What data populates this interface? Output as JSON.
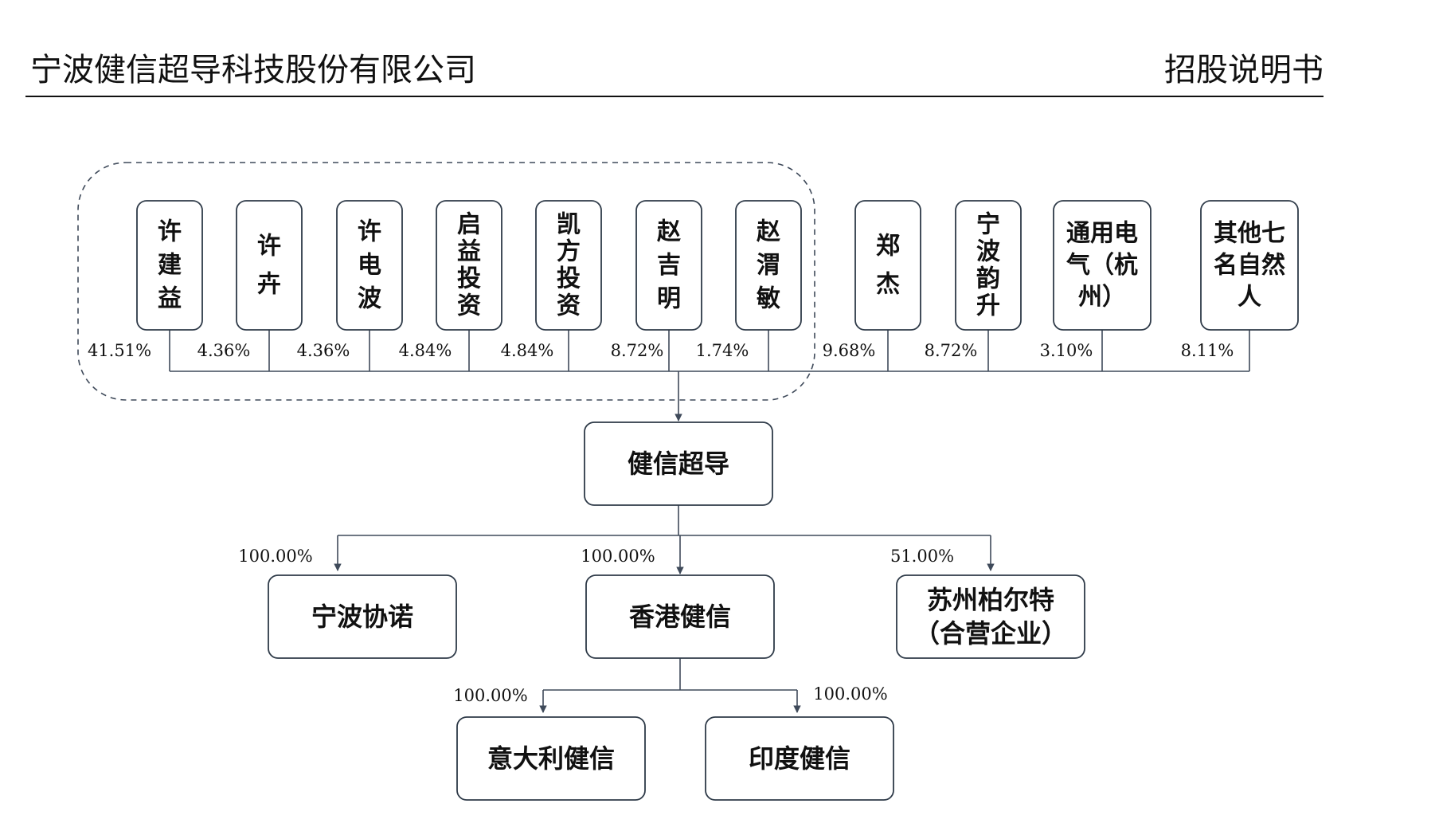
{
  "header": {
    "company": "宁波健信超导科技股份有限公司",
    "document": "招股说明书"
  },
  "shareholders": [
    {
      "id": "sh-xu-jianyi",
      "name": "许建益",
      "lines": [
        "许",
        "建",
        "益"
      ],
      "pct": "41.51%",
      "in_group": true
    },
    {
      "id": "sh-xu-bian",
      "name": "许卉",
      "lines": [
        "许",
        "卉"
      ],
      "pct": "4.36%",
      "in_group": true
    },
    {
      "id": "sh-xu-dianbo",
      "name": "许电波",
      "lines": [
        "许",
        "电",
        "波"
      ],
      "pct": "4.36%",
      "in_group": true
    },
    {
      "id": "sh-qiyi",
      "name": "启益投资",
      "lines": [
        "启",
        "益",
        "投",
        "资"
      ],
      "pct": "4.84%",
      "in_group": true
    },
    {
      "id": "sh-kaifang",
      "name": "凯方投资",
      "lines": [
        "凯",
        "方",
        "投",
        "资"
      ],
      "pct": "4.84%",
      "in_group": true
    },
    {
      "id": "sh-zhao-jiming",
      "name": "赵吉明",
      "lines": [
        "赵",
        "吉",
        "明"
      ],
      "pct": "8.72%",
      "in_group": true
    },
    {
      "id": "sh-zhao-weimin",
      "name": "赵渭敏",
      "lines": [
        "赵",
        "渭",
        "敏"
      ],
      "pct": "1.74%",
      "in_group": true
    },
    {
      "id": "sh-zheng-jie",
      "name": "郑杰",
      "lines": [
        "郑",
        "杰"
      ],
      "pct": "9.68%",
      "in_group": false
    },
    {
      "id": "sh-ningbo-yunsheng",
      "name": "宁波韵升",
      "lines": [
        "宁",
        "波",
        "韵",
        "升"
      ],
      "pct": "8.72%",
      "in_group": false
    },
    {
      "id": "sh-ge-hangzhou",
      "name": "通用电气（杭州）",
      "lines": [
        "通用电",
        "气（杭",
        "州）"
      ],
      "pct": "3.10%",
      "in_group": false
    },
    {
      "id": "sh-others",
      "name": "其他七名自然人",
      "lines": [
        "其他七",
        "名自然",
        "人"
      ],
      "pct": "8.11%",
      "in_group": false
    }
  ],
  "company": {
    "name": "健信超导"
  },
  "subsidiaries": [
    {
      "id": "sub-ningbo-xienuo",
      "lines": [
        "宁波协诺"
      ],
      "pct": "100.00%"
    },
    {
      "id": "sub-hk-jianxin",
      "lines": [
        "香港健信"
      ],
      "pct": "100.00%"
    },
    {
      "id": "sub-suzhou-boerte",
      "lines": [
        "苏州柏尔特",
        "（合营企业）"
      ],
      "pct": "51.00%"
    }
  ],
  "sub_subsidiaries": [
    {
      "id": "sub-italy-jianxin",
      "lines": [
        "意大利健信"
      ],
      "pct": "100.00%"
    },
    {
      "id": "sub-india-jianxin",
      "lines": [
        "印度健信"
      ],
      "pct": "100.00%"
    }
  ],
  "colors": {
    "line": "#3f4a5a",
    "box_border": "#2e3a48",
    "group_border": "#3f4a5a",
    "text": "#111111"
  }
}
